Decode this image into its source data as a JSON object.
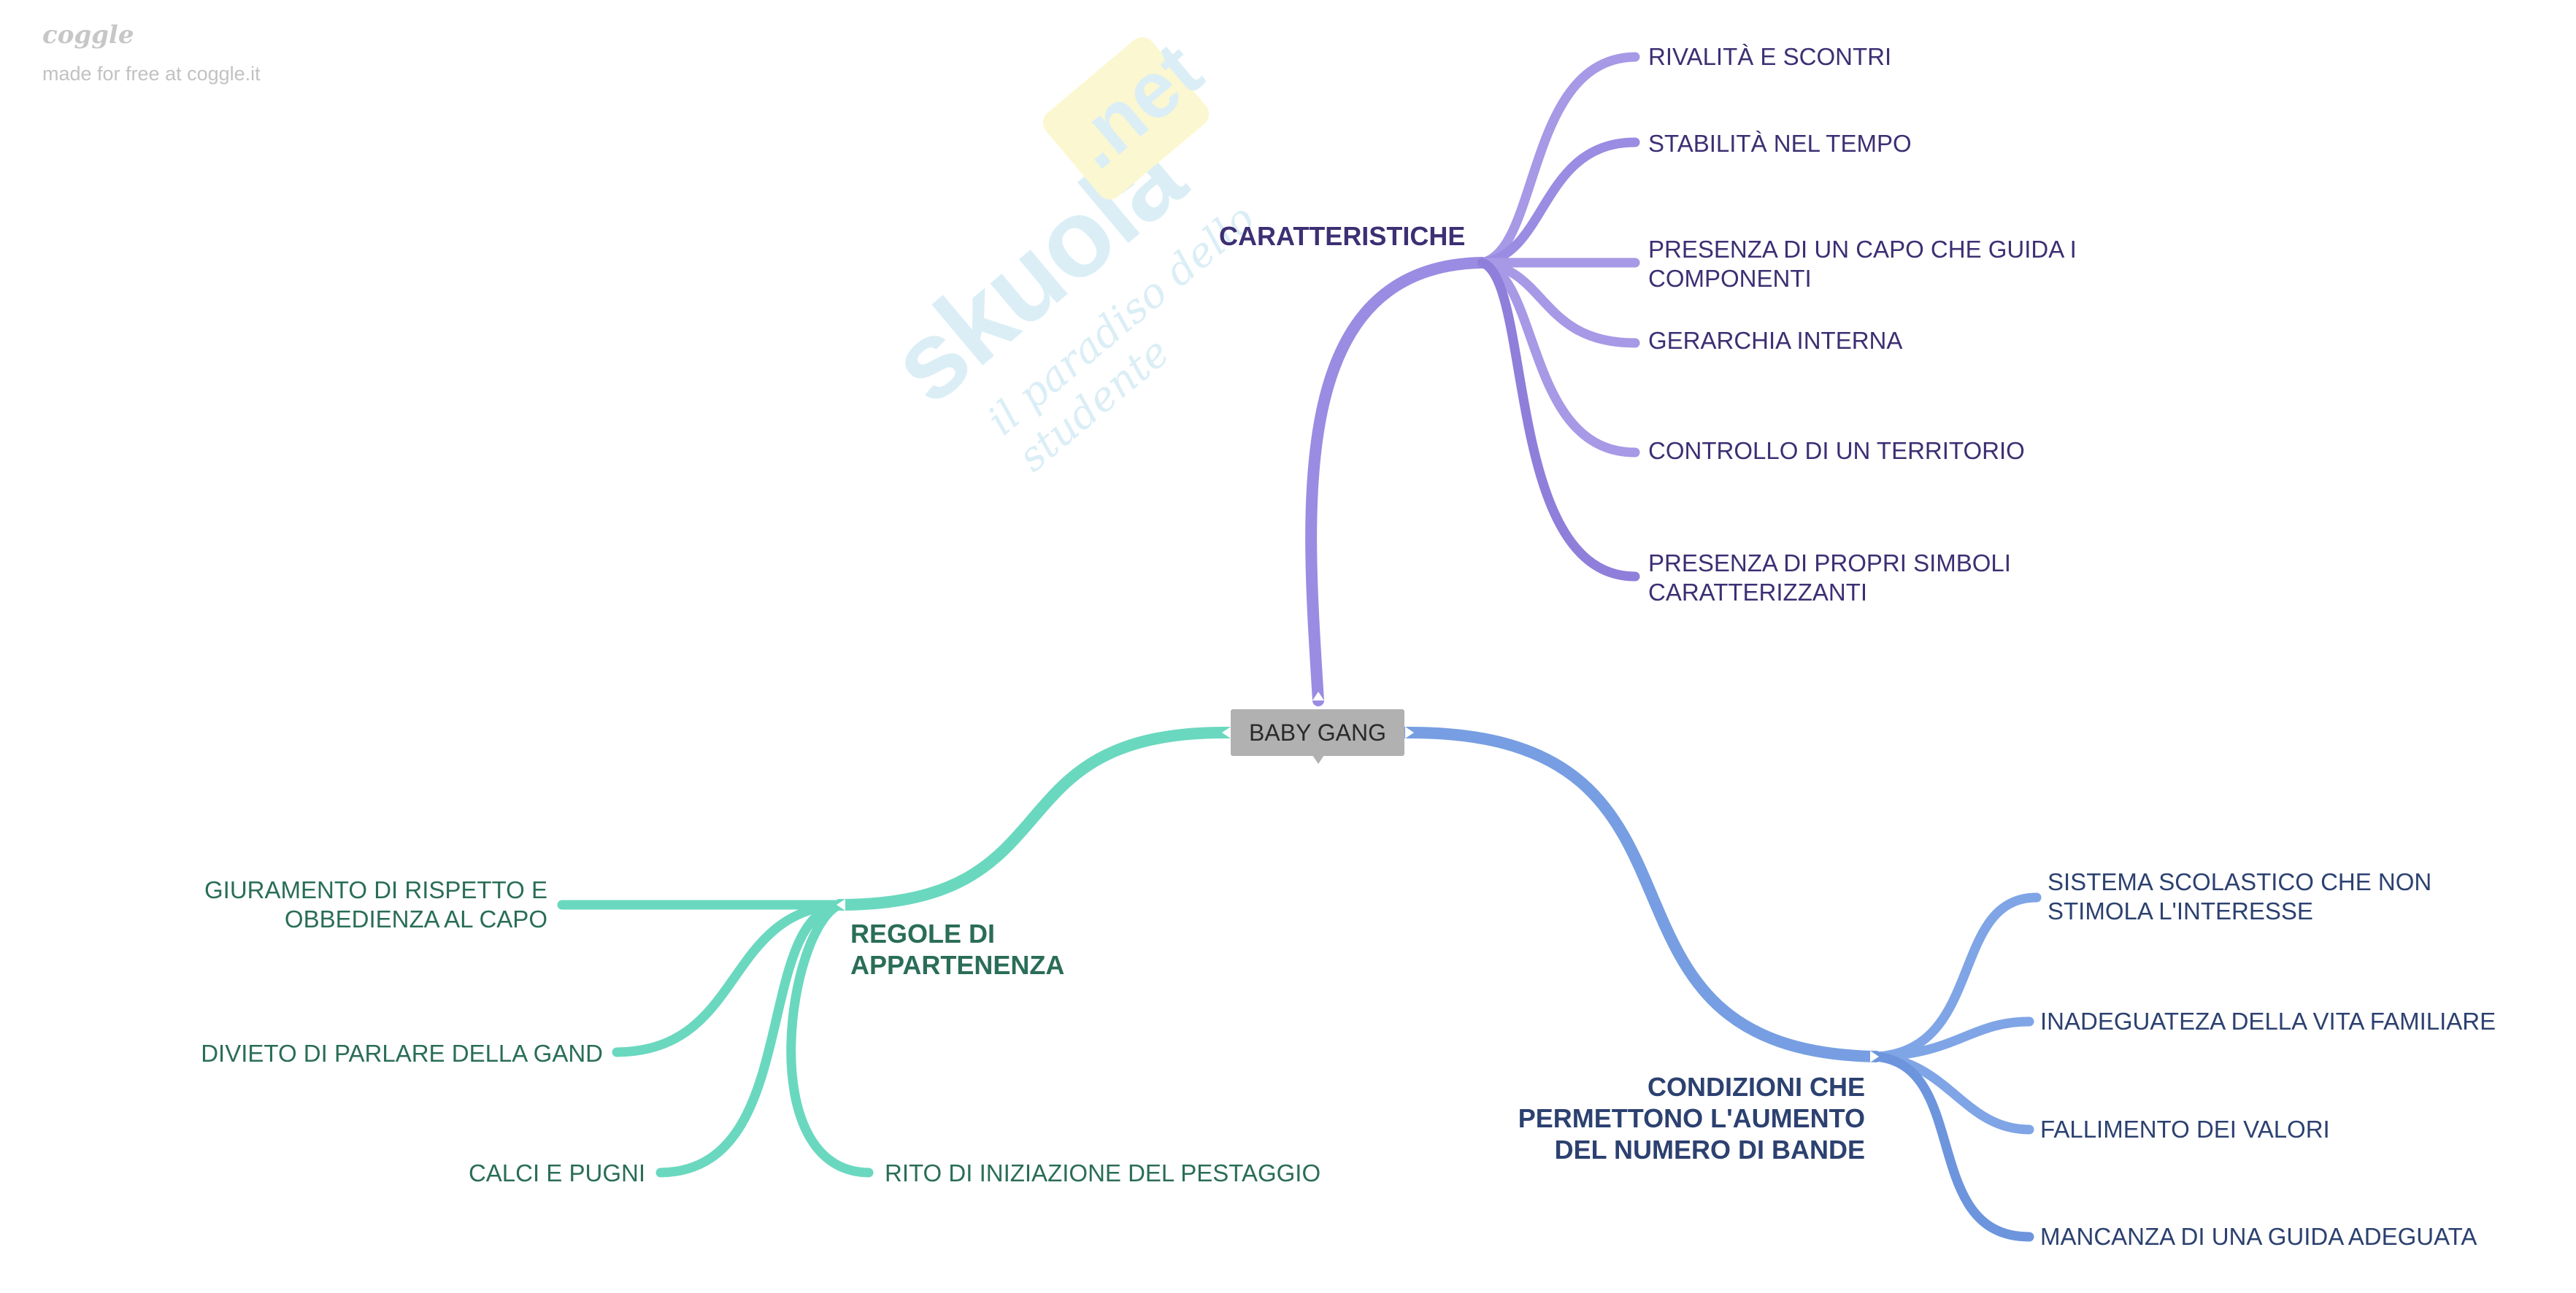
{
  "branding": {
    "logo_text": "coggle",
    "made_for_free": "made for free at coggle.it"
  },
  "watermark": {
    "name": "skuola",
    "domain": ".net",
    "tagline": "il paradiso dello studente"
  },
  "map": {
    "root": "BABY GANG",
    "branches": [
      {
        "id": "caratteristiche",
        "title": "CARATTERISTICHE",
        "color": "#9b8be0",
        "children": [
          "RIVALITÀ E SCONTRI",
          "STABILITÀ NEL TEMPO",
          "PRESENZA DI UN CAPO CHE GUIDA I",
          "COMPONENTI",
          "GERARCHIA INTERNA",
          "CONTROLLO DI UN TERRITORIO",
          "PRESENZA DI PROPRI SIMBOLI",
          "CARATTERIZZANTI"
        ]
      },
      {
        "id": "condizioni",
        "title": [
          "CONDIZIONI CHE",
          "PERMETTONO L'AUMENTO",
          "DEL NUMERO DI BANDE"
        ],
        "color": "#79a0e3",
        "children": [
          "SISTEMA SCOLASTICO CHE NON",
          "STIMOLA L'INTERESSE",
          "INADEGUATEZA DELLA VITA FAMILIARE",
          "FALLIMENTO DEI VALORI",
          "MANCANZA DI UNA GUIDA ADEGUATA"
        ]
      },
      {
        "id": "regole",
        "title": [
          "REGOLE DI",
          "APPARTENENZA"
        ],
        "color": "#6fd9c1",
        "children": [
          "GIURAMENTO DI RISPETTO E",
          "OBBEDIENZA AL CAPO",
          "DIVIETO DI PARLARE DELLA GAND",
          "CALCI E PUGNI",
          "RITO DI INIZIAZIONE DEL PESTAGGIO"
        ]
      }
    ]
  }
}
